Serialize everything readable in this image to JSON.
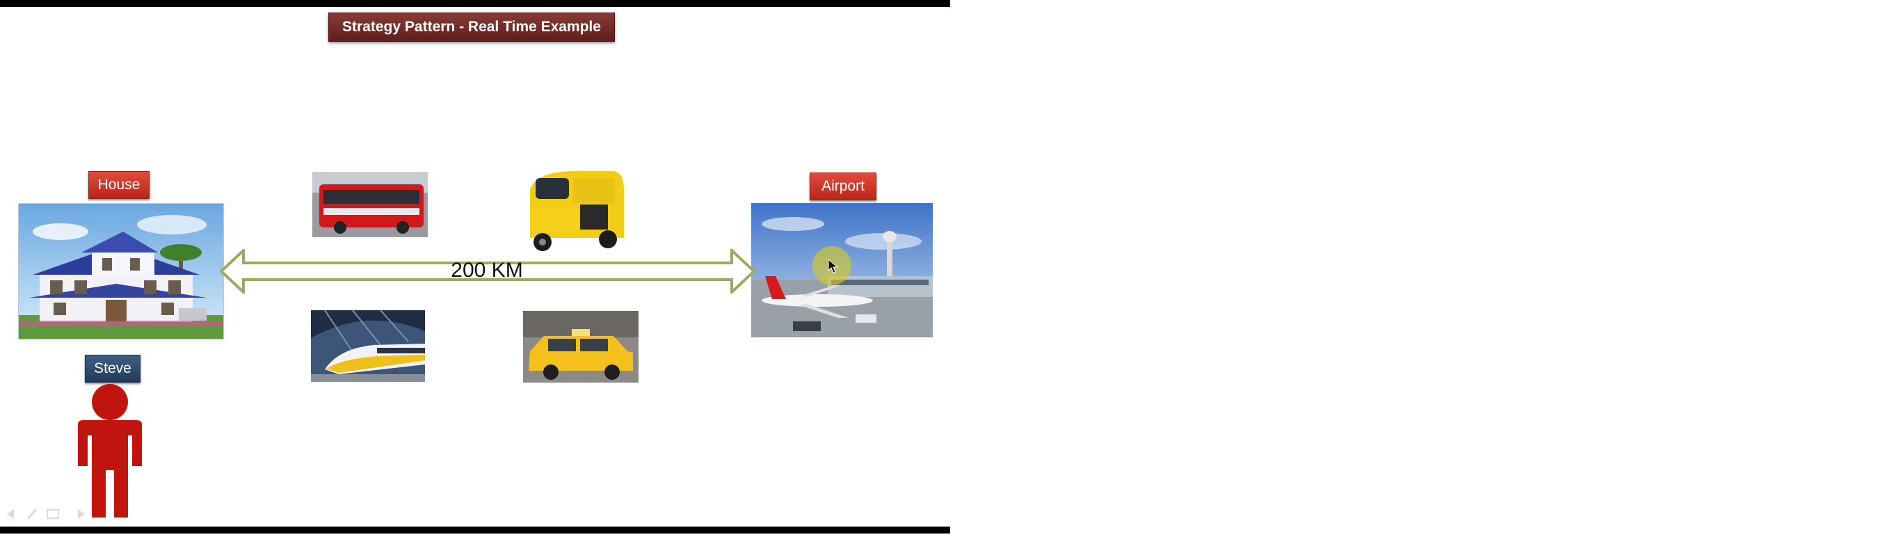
{
  "slide": {
    "title": "Strategy Pattern  - Real Time Example",
    "house_label": "House",
    "airport_label": "Airport",
    "person_label": "Steve",
    "distance_label": "200 KM"
  },
  "icons": [
    "house-image",
    "airport-image",
    "bus-image",
    "auto-rickshaw-image",
    "train-image",
    "taxi-image",
    "person-icon",
    "double-arrow-icon",
    "mouse-pointer-icon"
  ],
  "colors": {
    "title_bg": "#7a2f2b",
    "label_red": "#d23a2c",
    "label_blue": "#2f4a6e",
    "arrow": "#9aab5a",
    "person": "#c0140e",
    "cursor_highlight": "#d4c828"
  }
}
